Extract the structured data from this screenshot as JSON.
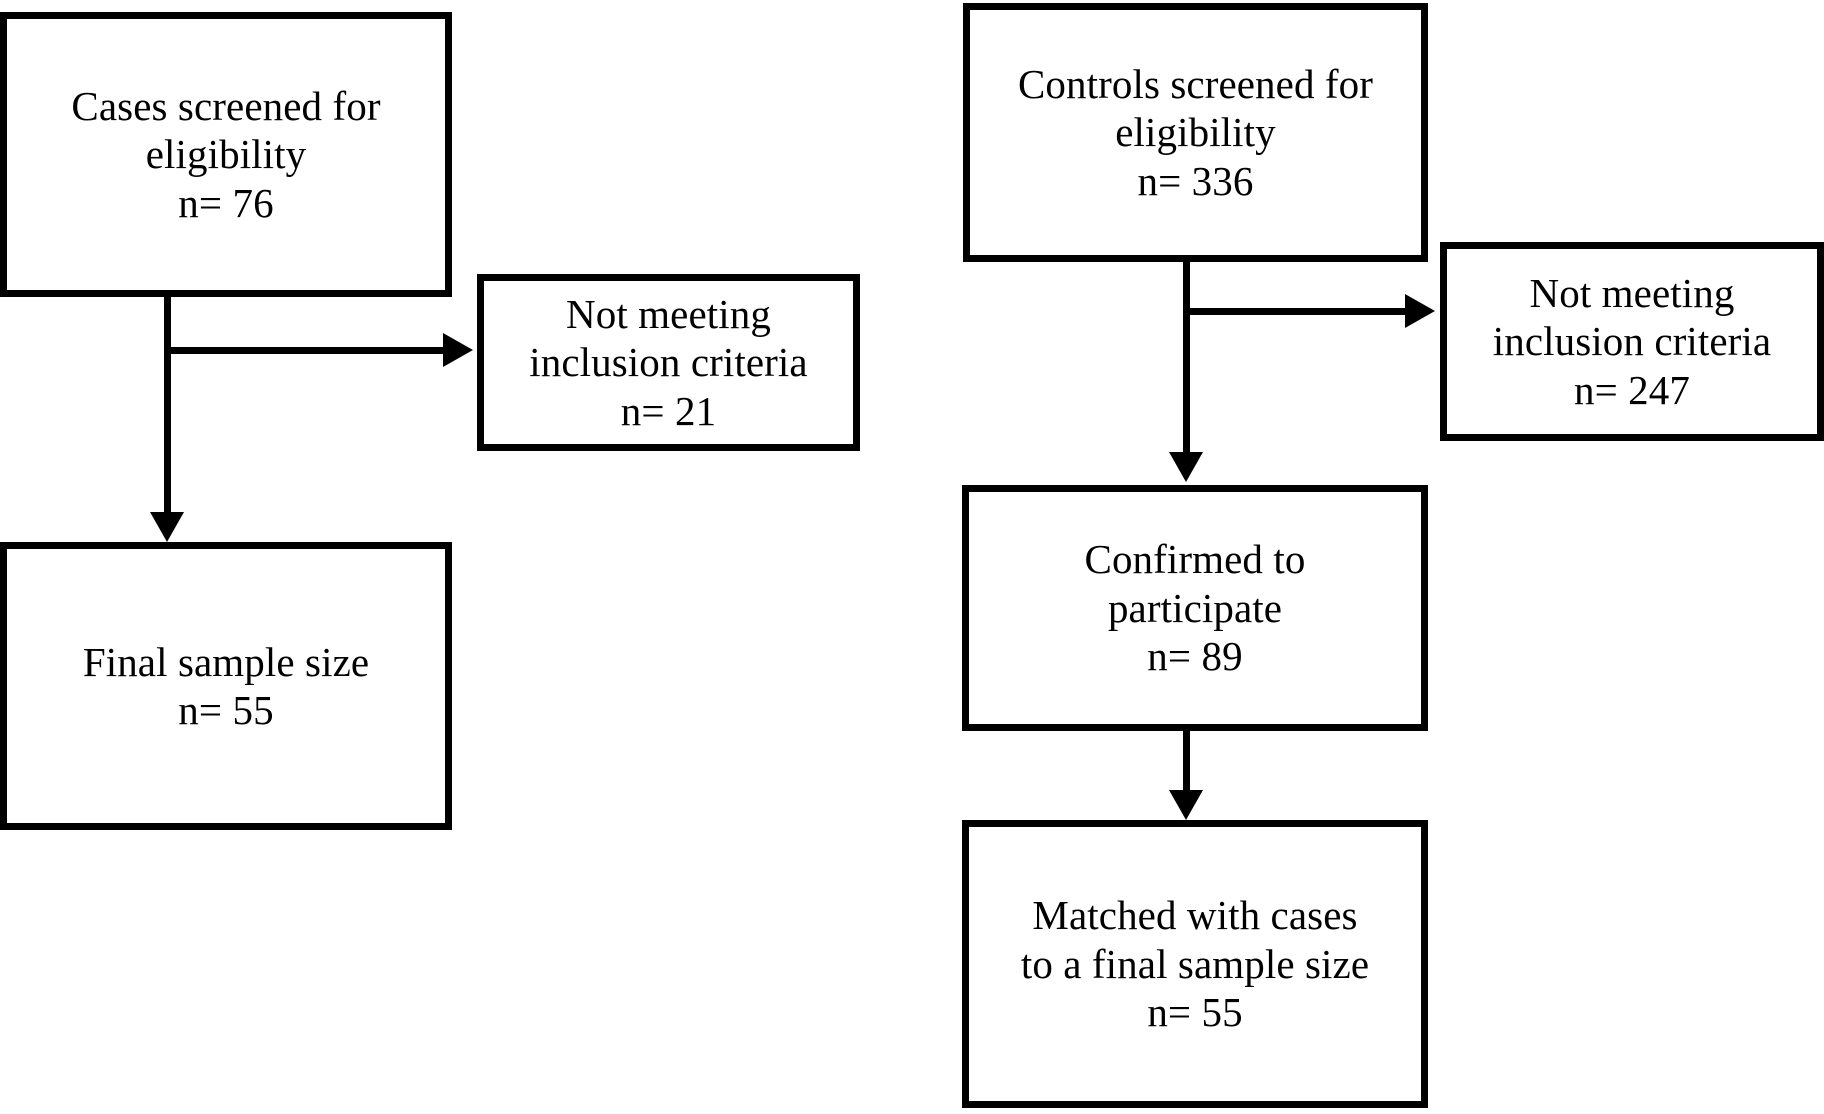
{
  "figure": {
    "type": "flowchart",
    "orientation": "two-column case-control enrollment diagram",
    "background_color": "#ffffff",
    "line_color": "#000000",
    "text_color": "#000000"
  },
  "nodes": {
    "cases_screened": {
      "text": "Cases screened for\neligibility\nn= 76",
      "line1": "Cases screened for",
      "line2": "eligibility",
      "count_label": "n= 76",
      "n": 76
    },
    "cases_excluded": {
      "text": "Not meeting\ninclusion criteria\nn= 21",
      "line1": "Not meeting",
      "line2": "inclusion criteria",
      "count_label": "n= 21",
      "n": 21
    },
    "cases_final": {
      "text": "Final sample size\nn= 55",
      "line1": "Final sample size",
      "count_label": "n= 55",
      "n": 55
    },
    "controls_screened": {
      "text": "Controls screened for\neligibility\nn= 336",
      "line1": "Controls screened for",
      "line2": "eligibility",
      "count_label": "n= 336",
      "n": 336
    },
    "controls_excluded": {
      "text": "Not meeting\ninclusion criteria\nn= 247",
      "line1": "Not meeting",
      "line2": "inclusion criteria",
      "count_label": "n= 247",
      "n": 247
    },
    "controls_confirmed": {
      "text": "Confirmed to\nparticipate\nn= 89",
      "line1": "Confirmed to",
      "line2": "participate",
      "count_label": "n= 89",
      "n": 89
    },
    "controls_matched": {
      "text": "Matched with cases\nto a final sample size\nn= 55",
      "line1": "Matched with cases",
      "line2": "to a final sample size",
      "count_label": "n= 55",
      "n": 55
    }
  },
  "edges": [
    {
      "from": "cases_screened",
      "to": "cases_excluded",
      "direction": "right"
    },
    {
      "from": "cases_screened",
      "to": "cases_final",
      "direction": "down"
    },
    {
      "from": "controls_screened",
      "to": "controls_excluded",
      "direction": "right"
    },
    {
      "from": "controls_screened",
      "to": "controls_confirmed",
      "direction": "down"
    },
    {
      "from": "controls_confirmed",
      "to": "controls_matched",
      "direction": "down"
    }
  ]
}
